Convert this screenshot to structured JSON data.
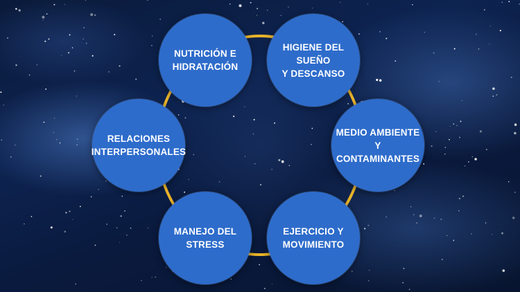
{
  "diagram": {
    "ring_color": "#e8b32a",
    "node_color": "#2e6ccb",
    "nodes": [
      {
        "label": "NUTRICIÓN E\nHIDRATACIÓN"
      },
      {
        "label": "HIGIENE DEL SUEÑO\nY DESCANSO"
      },
      {
        "label": "MEDIO AMBIENTE Y\nCONTAMINANTES"
      },
      {
        "label": "EJERCICIO Y\nMOVIMIENTO"
      },
      {
        "label": "MANEJO DEL\nSTRESS"
      },
      {
        "label": "RELACIONES\nINTERPERSONALES"
      }
    ]
  }
}
